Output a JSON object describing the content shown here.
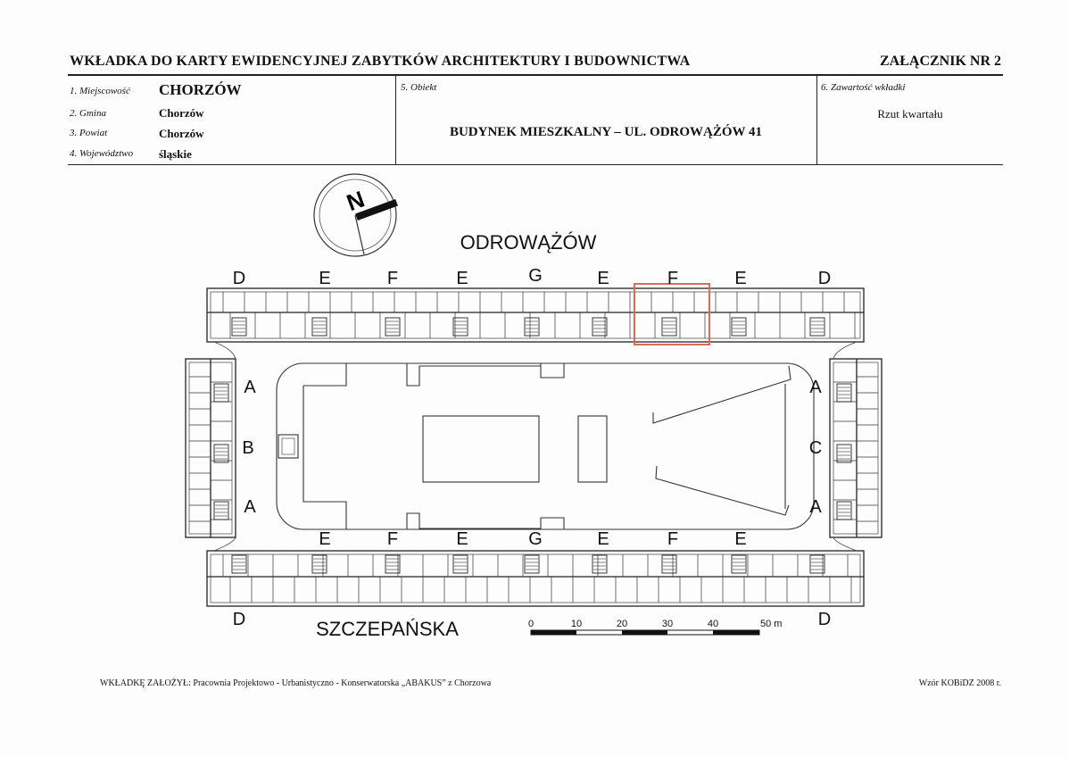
{
  "header": {
    "title": "WKŁADKA DO KARTY EWIDENCYJNEJ ZABYTKÓW ARCHITEKTURY I BUDOWNICTWA",
    "annex": "ZAŁĄCZNIK NR 2"
  },
  "fields": {
    "locality": {
      "label": "1. Miejscowość",
      "value": "CHORZÓW"
    },
    "commune": {
      "label": "2. Gmina",
      "value": "Chorzów"
    },
    "county": {
      "label": "3. Powiat",
      "value": "Chorzów"
    },
    "voivodeship": {
      "label": "4. Województwo",
      "value": "śląskie"
    },
    "object": {
      "label": "5. Obiekt",
      "value": "BUDYNEK MIESZKALNY – UL. ODROWĄŻÓW 41"
    },
    "contents": {
      "label": "6. Zawartość wkładki",
      "value": "Rzut kwartału"
    }
  },
  "plan": {
    "north_label": "N",
    "street_top": "ODROWĄŻÓW",
    "street_bottom": "SZCZEPAŃSKA",
    "top_sections": [
      "D",
      "E",
      "F",
      "E",
      "G",
      "E",
      "F",
      "E",
      "D"
    ],
    "bottom_sections": [
      "E",
      "F",
      "E",
      "G",
      "E",
      "F",
      "E"
    ],
    "corner_bottom_left": "D",
    "corner_bottom_right": "D",
    "left_sections": [
      "A",
      "B",
      "A"
    ],
    "right_sections": [
      "A",
      "C",
      "A"
    ],
    "scale_labels": [
      "0",
      "10",
      "20",
      "30",
      "40",
      "50 m"
    ],
    "highlight_color": "#e06a5a"
  },
  "footer": {
    "author": "WKŁADKĘ ZAŁOŻYŁ: Pracownia Projektowo - Urbanistyczno - Konserwatorska „ABAKUS” z Chorzowa",
    "template": "Wzór KOBiDZ 2008 r."
  }
}
